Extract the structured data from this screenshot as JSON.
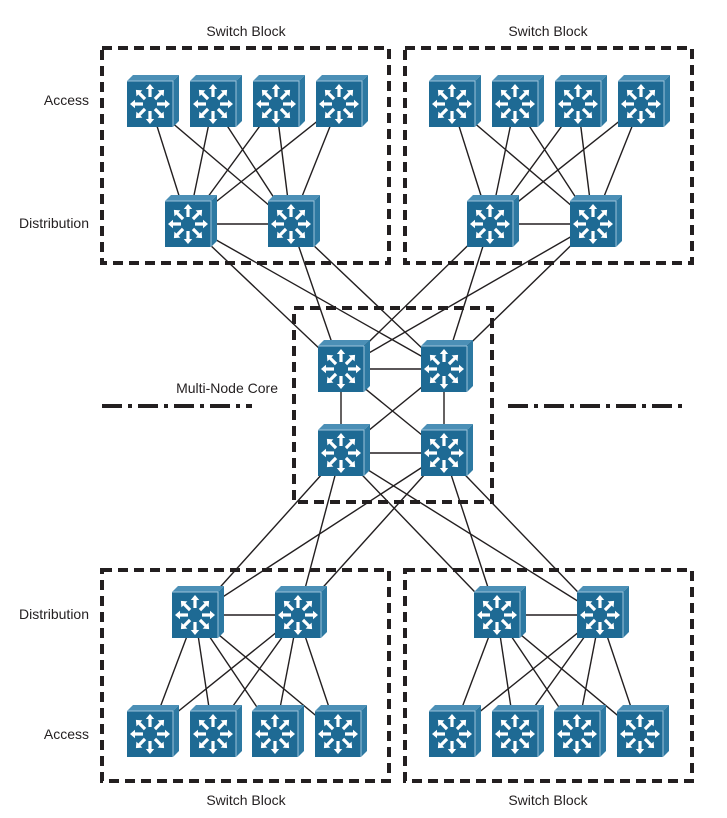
{
  "labels": {
    "switch_block_top_left": "Switch Block",
    "switch_block_top_right": "Switch Block",
    "switch_block_bottom_left": "Switch Block",
    "switch_block_bottom_right": "Switch Block",
    "access_top": "Access",
    "distribution_top": "Distribution",
    "core": "Multi-Node Core",
    "distribution_bottom": "Distribution",
    "access_bottom": "Access"
  },
  "colors": {
    "switch": "#1e6a94",
    "switch_highlight": "#4b8fb6",
    "lines": "#231f20"
  },
  "nodes": [
    {
      "id": "tl-a1",
      "role": "access",
      "block": "top-left"
    },
    {
      "id": "tl-a2",
      "role": "access",
      "block": "top-left"
    },
    {
      "id": "tl-a3",
      "role": "access",
      "block": "top-left"
    },
    {
      "id": "tl-a4",
      "role": "access",
      "block": "top-left"
    },
    {
      "id": "tl-d1",
      "role": "distribution",
      "block": "top-left"
    },
    {
      "id": "tl-d2",
      "role": "distribution",
      "block": "top-left"
    },
    {
      "id": "tr-a1",
      "role": "access",
      "block": "top-right"
    },
    {
      "id": "tr-a2",
      "role": "access",
      "block": "top-right"
    },
    {
      "id": "tr-a3",
      "role": "access",
      "block": "top-right"
    },
    {
      "id": "tr-a4",
      "role": "access",
      "block": "top-right"
    },
    {
      "id": "tr-d1",
      "role": "distribution",
      "block": "top-right"
    },
    {
      "id": "tr-d2",
      "role": "distribution",
      "block": "top-right"
    },
    {
      "id": "c1",
      "role": "core",
      "block": "core"
    },
    {
      "id": "c2",
      "role": "core",
      "block": "core"
    },
    {
      "id": "c3",
      "role": "core",
      "block": "core"
    },
    {
      "id": "c4",
      "role": "core",
      "block": "core"
    },
    {
      "id": "bl-d1",
      "role": "distribution",
      "block": "bottom-left"
    },
    {
      "id": "bl-d2",
      "role": "distribution",
      "block": "bottom-left"
    },
    {
      "id": "bl-a1",
      "role": "access",
      "block": "bottom-left"
    },
    {
      "id": "bl-a2",
      "role": "access",
      "block": "bottom-left"
    },
    {
      "id": "bl-a3",
      "role": "access",
      "block": "bottom-left"
    },
    {
      "id": "bl-a4",
      "role": "access",
      "block": "bottom-left"
    },
    {
      "id": "br-d1",
      "role": "distribution",
      "block": "bottom-right"
    },
    {
      "id": "br-d2",
      "role": "distribution",
      "block": "bottom-right"
    },
    {
      "id": "br-a1",
      "role": "access",
      "block": "bottom-right"
    },
    {
      "id": "br-a2",
      "role": "access",
      "block": "bottom-right"
    },
    {
      "id": "br-a3",
      "role": "access",
      "block": "bottom-right"
    },
    {
      "id": "br-a4",
      "role": "access",
      "block": "bottom-right"
    }
  ],
  "links": [
    [
      "tl-a1",
      "tl-d1"
    ],
    [
      "tl-a1",
      "tl-d2"
    ],
    [
      "tl-a2",
      "tl-d1"
    ],
    [
      "tl-a2",
      "tl-d2"
    ],
    [
      "tl-a3",
      "tl-d1"
    ],
    [
      "tl-a3",
      "tl-d2"
    ],
    [
      "tl-a4",
      "tl-d1"
    ],
    [
      "tl-a4",
      "tl-d2"
    ],
    [
      "tl-d1",
      "tl-d2"
    ],
    [
      "tr-a1",
      "tr-d1"
    ],
    [
      "tr-a1",
      "tr-d2"
    ],
    [
      "tr-a2",
      "tr-d1"
    ],
    [
      "tr-a2",
      "tr-d2"
    ],
    [
      "tr-a3",
      "tr-d1"
    ],
    [
      "tr-a3",
      "tr-d2"
    ],
    [
      "tr-a4",
      "tr-d1"
    ],
    [
      "tr-a4",
      "tr-d2"
    ],
    [
      "tr-d1",
      "tr-d2"
    ],
    [
      "tl-d1",
      "c1"
    ],
    [
      "tl-d1",
      "c2"
    ],
    [
      "tl-d2",
      "c1"
    ],
    [
      "tl-d2",
      "c2"
    ],
    [
      "tr-d1",
      "c1"
    ],
    [
      "tr-d1",
      "c2"
    ],
    [
      "tr-d2",
      "c1"
    ],
    [
      "tr-d2",
      "c2"
    ],
    [
      "c1",
      "c2"
    ],
    [
      "c3",
      "c4"
    ],
    [
      "c1",
      "c3"
    ],
    [
      "c2",
      "c4"
    ],
    [
      "c1",
      "c4"
    ],
    [
      "c2",
      "c3"
    ],
    [
      "c3",
      "bl-d1"
    ],
    [
      "c3",
      "bl-d2"
    ],
    [
      "c4",
      "bl-d1"
    ],
    [
      "c4",
      "bl-d2"
    ],
    [
      "c3",
      "br-d1"
    ],
    [
      "c3",
      "br-d2"
    ],
    [
      "c4",
      "br-d1"
    ],
    [
      "c4",
      "br-d2"
    ],
    [
      "bl-d1",
      "bl-d2"
    ],
    [
      "bl-d1",
      "bl-a1"
    ],
    [
      "bl-d1",
      "bl-a2"
    ],
    [
      "bl-d1",
      "bl-a3"
    ],
    [
      "bl-d1",
      "bl-a4"
    ],
    [
      "bl-d2",
      "bl-a1"
    ],
    [
      "bl-d2",
      "bl-a2"
    ],
    [
      "bl-d2",
      "bl-a3"
    ],
    [
      "bl-d2",
      "bl-a4"
    ],
    [
      "br-d1",
      "br-d2"
    ],
    [
      "br-d1",
      "br-a1"
    ],
    [
      "br-d1",
      "br-a2"
    ],
    [
      "br-d1",
      "br-a3"
    ],
    [
      "br-d1",
      "br-a4"
    ],
    [
      "br-d2",
      "br-a1"
    ],
    [
      "br-d2",
      "br-a2"
    ],
    [
      "br-d2",
      "br-a3"
    ],
    [
      "br-d2",
      "br-a4"
    ]
  ]
}
